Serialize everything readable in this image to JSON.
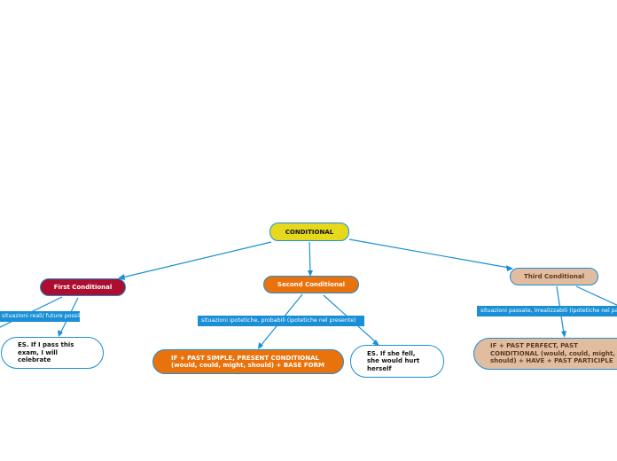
{
  "map": {
    "central": "CONDITIONAL",
    "branches": {
      "first": {
        "label": "First Conditional",
        "tag": "situazioni reali/ future possibili",
        "example": "ES. If I pass this exam, I will celebrate"
      },
      "second": {
        "label": "Second Conditional",
        "tag": "situazioni ipotetiche, probabili (ipotetiche nel presente)",
        "rule": "IF + PAST SIMPLE, PRESENT CONDITIONAL (would, could, might, should) + BASE FORM",
        "example": "ES. If she fell, she would hurt herself"
      },
      "third": {
        "label": "Third Conditional",
        "tag": "situazioni passate, irrealizzabili (ipotetiche nel passato)",
        "rule": "IF + PAST PERFECT, PAST CONDITIONAL (would, could, might, should) + HAVE + PAST PARTICIPLE"
      }
    }
  },
  "colors": {
    "connector": "#1a8fd6",
    "central": "#e6d81d",
    "first": "#ad0d2e",
    "second": "#ea720c",
    "third": "#e1bc9e"
  }
}
